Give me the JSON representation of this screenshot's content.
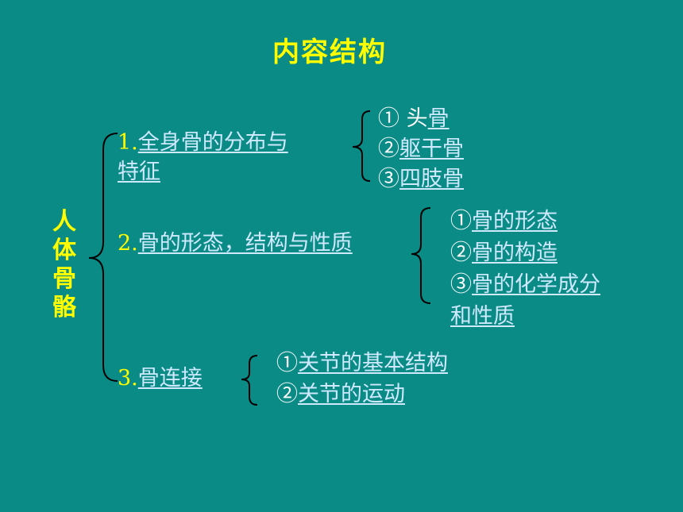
{
  "title": "内容结构",
  "root": "人体骨骼",
  "branches": [
    {
      "num": "1.",
      "label_line1": "全身骨的分布与",
      "label_line2": "特征",
      "items": [
        {
          "num": "①",
          "plain": " 头",
          "link": "骨"
        },
        {
          "num": "②",
          "link": "躯干骨"
        },
        {
          "num": "③",
          "link": "四肢骨"
        }
      ]
    },
    {
      "num": "2.",
      "label": "骨的形态，结构与性质",
      "items": [
        {
          "num": "①",
          "link": "骨的形态"
        },
        {
          "num": "②",
          "link": "骨的构造"
        },
        {
          "num": "③",
          "link": "骨的化学成分",
          "link_line2": "和性质"
        }
      ]
    },
    {
      "num": "3.",
      "label": "骨连接",
      "items": [
        {
          "num": "①",
          "link": "关节的基本结构"
        },
        {
          "num": "②",
          "link": "关节的运动"
        }
      ]
    }
  ]
}
